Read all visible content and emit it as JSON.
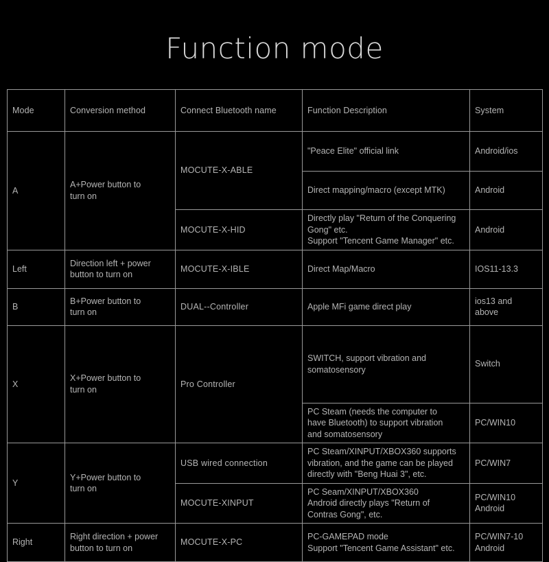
{
  "page": {
    "title": "Function mode",
    "background_color": "#000000",
    "text_color": "#b5b5b5",
    "heading_color": "#ffffff",
    "border_color": "#9a9a9a"
  },
  "table": {
    "headers": {
      "mode": "Mode",
      "conversion_method": "Conversion method",
      "connect_bluetooth_name": "Connect Bluetooth name",
      "function_description": "Function Description",
      "system": "System"
    },
    "rows": [
      {
        "mode": "A",
        "conversion_method": "A+Power button to\nturn on",
        "bluetooth": [
          {
            "name": "MOCUTE-X-ABLE",
            "span": 2
          },
          {
            "name": "MOCUTE-X-HID",
            "span": 1
          }
        ],
        "entries": [
          {
            "function": "\"Peace Elite\" official link",
            "system": "Android/ios"
          },
          {
            "function": "Direct mapping/macro (except MTK)",
            "system": "Android"
          },
          {
            "function": "Directly play \"Return of the Conquering\nGong\" etc.\nSupport \"Tencent Game Manager\" etc.",
            "system": "Android"
          }
        ]
      },
      {
        "mode": "Left",
        "conversion_method": "Direction left + power\nbutton to turn on",
        "bluetooth": [
          {
            "name": "MOCUTE-X-IBLE",
            "span": 1
          }
        ],
        "entries": [
          {
            "function": "Direct Map/Macro",
            "system": "IOS11-13.3"
          }
        ]
      },
      {
        "mode": "B",
        "conversion_method": "B+Power button to\nturn on",
        "bluetooth": [
          {
            "name": "DUAL--Controller",
            "span": 1,
            "align": "bottom"
          }
        ],
        "entries": [
          {
            "function": "Apple MFi game direct play",
            "system": "ios13 and above"
          }
        ]
      },
      {
        "mode": "X",
        "conversion_method": "X+Power button to\nturn on",
        "bluetooth": [
          {
            "name": "Pro Controller",
            "span": 2
          }
        ],
        "entries": [
          {
            "function": "SWITCH, support vibration and\nsomatosensory",
            "system": "Switch"
          },
          {
            "function": "PC Steam (needs the computer to\nhave Bluetooth) to support vibration\nand somatosensory",
            "system": "PC/WIN10"
          }
        ]
      },
      {
        "mode": "Y",
        "conversion_method": "Y+Power button to\nturn on",
        "bluetooth": [
          {
            "name": "USB wired connection",
            "span": 1
          },
          {
            "name": "MOCUTE-XINPUT",
            "span": 1
          }
        ],
        "entries": [
          {
            "function": "PC Steam/XINPUT/XBOX360 supports\nvibration, and the game can be played\ndirectly with \"Beng Huai 3\", etc.",
            "system": "PC/WIN7"
          },
          {
            "function": "PC Seam/XINPUT/XBOX360\nAndroid directly plays \"Return of\nContras Gong\", etc.",
            "system": "PC/WIN10\nAndroid"
          }
        ]
      },
      {
        "mode": "Right",
        "conversion_method": "Right direction + power\nbutton to turn on",
        "bluetooth": [
          {
            "name": "MOCUTE-X-PC",
            "span": 1
          }
        ],
        "entries": [
          {
            "function": "PC-GAMEPAD mode\nSupport \"Tencent Game Assistant\" etc.",
            "system": "PC/WIN7-10\nAndroid"
          }
        ]
      }
    ]
  }
}
